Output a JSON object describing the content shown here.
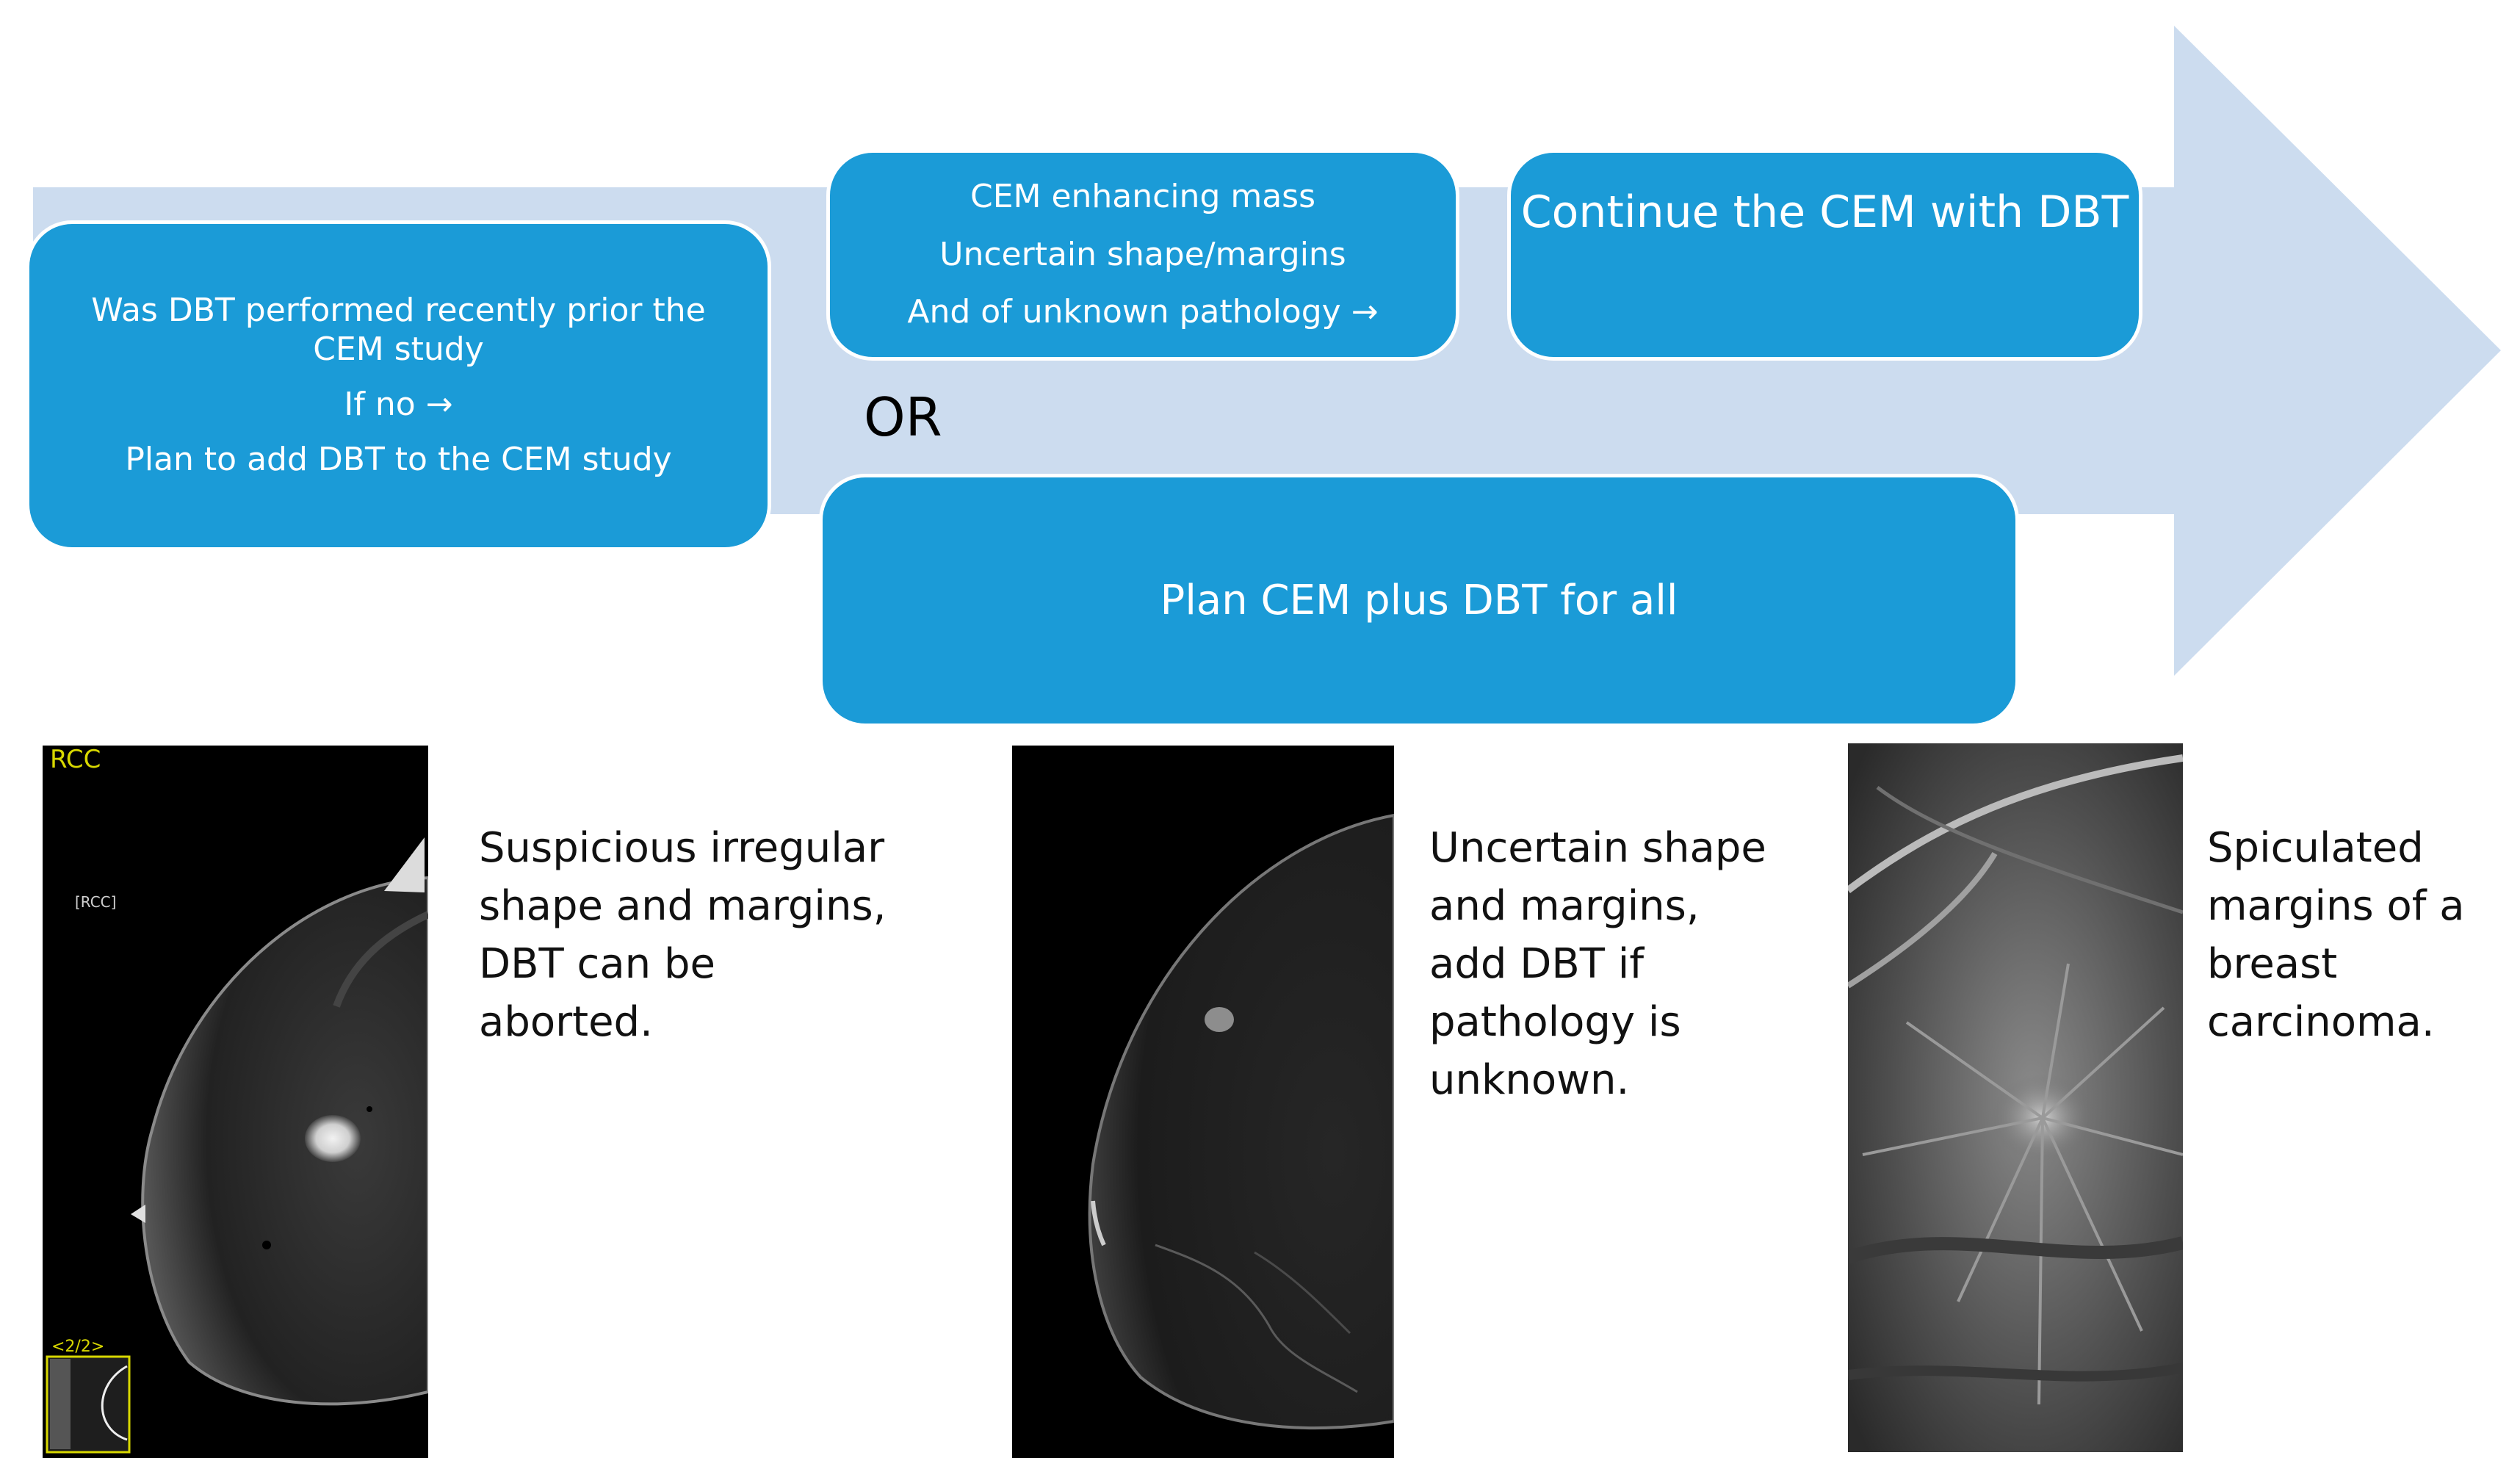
{
  "colors": {
    "arrow_fill": "#ccdcef",
    "box_fill": "#1b9bd7",
    "box_text": "#ffffff",
    "annotation_yellow": "#d8d800"
  },
  "flow": {
    "step1": {
      "line1": "Was DBT performed recently prior  the CEM study",
      "line2": "If no",
      "line3": "Plan to add DBT to the CEM study"
    },
    "step2": {
      "line1": "CEM enhancing mass",
      "line2": "Uncertain  shape/margins",
      "line3": "And of unknown pathology"
    },
    "step3": {
      "line1": "Continue the CEM with DBT"
    },
    "or_label": "OR",
    "alt": {
      "line1": "Plan  CEM plus DBT for all"
    },
    "arrow_icon": "right-arrow-icon"
  },
  "images": {
    "img1": {
      "view_label": "RCC",
      "marker_label": "[RCC]",
      "series_label": "<2/2>"
    }
  },
  "captions": {
    "c1": [
      "Suspicious irregular",
      "shape and margins,",
      "DBT can be",
      "aborted."
    ],
    "c2": [
      "Uncertain shape",
      "and margins,",
      "add DBT if",
      "pathology is",
      "unknown."
    ],
    "c3": [
      "Spiculated",
      "margins of a",
      "breast",
      "carcinoma."
    ]
  }
}
